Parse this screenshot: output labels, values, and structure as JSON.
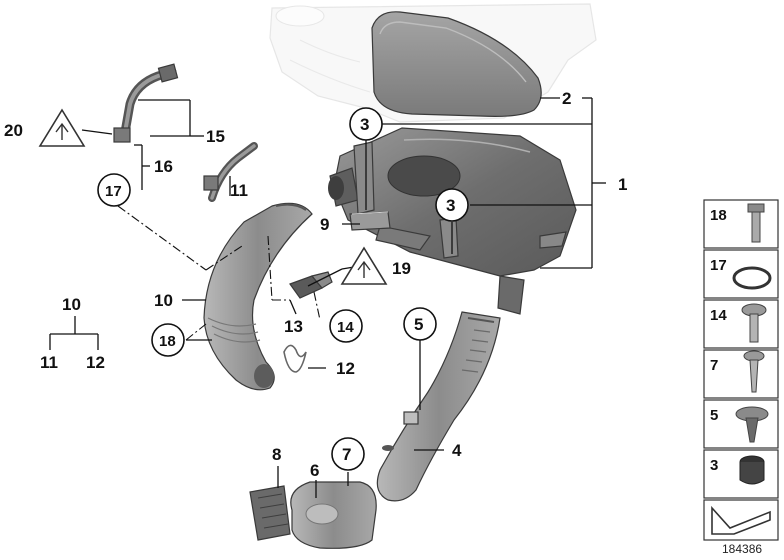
{
  "diagram": {
    "callouts": {
      "c1": "1",
      "c2": "2",
      "c3a": "3",
      "c3b": "3",
      "c4": "4",
      "c5": "5",
      "c6": "6",
      "c7": "7",
      "c8": "8",
      "c9": "9",
      "c10a": "10",
      "c10b": "10",
      "c11a": "11",
      "c11b": "11",
      "c12a": "12",
      "c12b": "12",
      "c13": "13",
      "c14": "14",
      "c15": "15",
      "c16": "16",
      "c17": "17",
      "c18": "18",
      "c19": "19",
      "c20": "20"
    },
    "legend": {
      "items": [
        {
          "label": "18"
        },
        {
          "label": "17"
        },
        {
          "label": "14"
        },
        {
          "label": "7"
        },
        {
          "label": "5"
        },
        {
          "label": "3"
        }
      ]
    },
    "reference_number": "184386"
  }
}
